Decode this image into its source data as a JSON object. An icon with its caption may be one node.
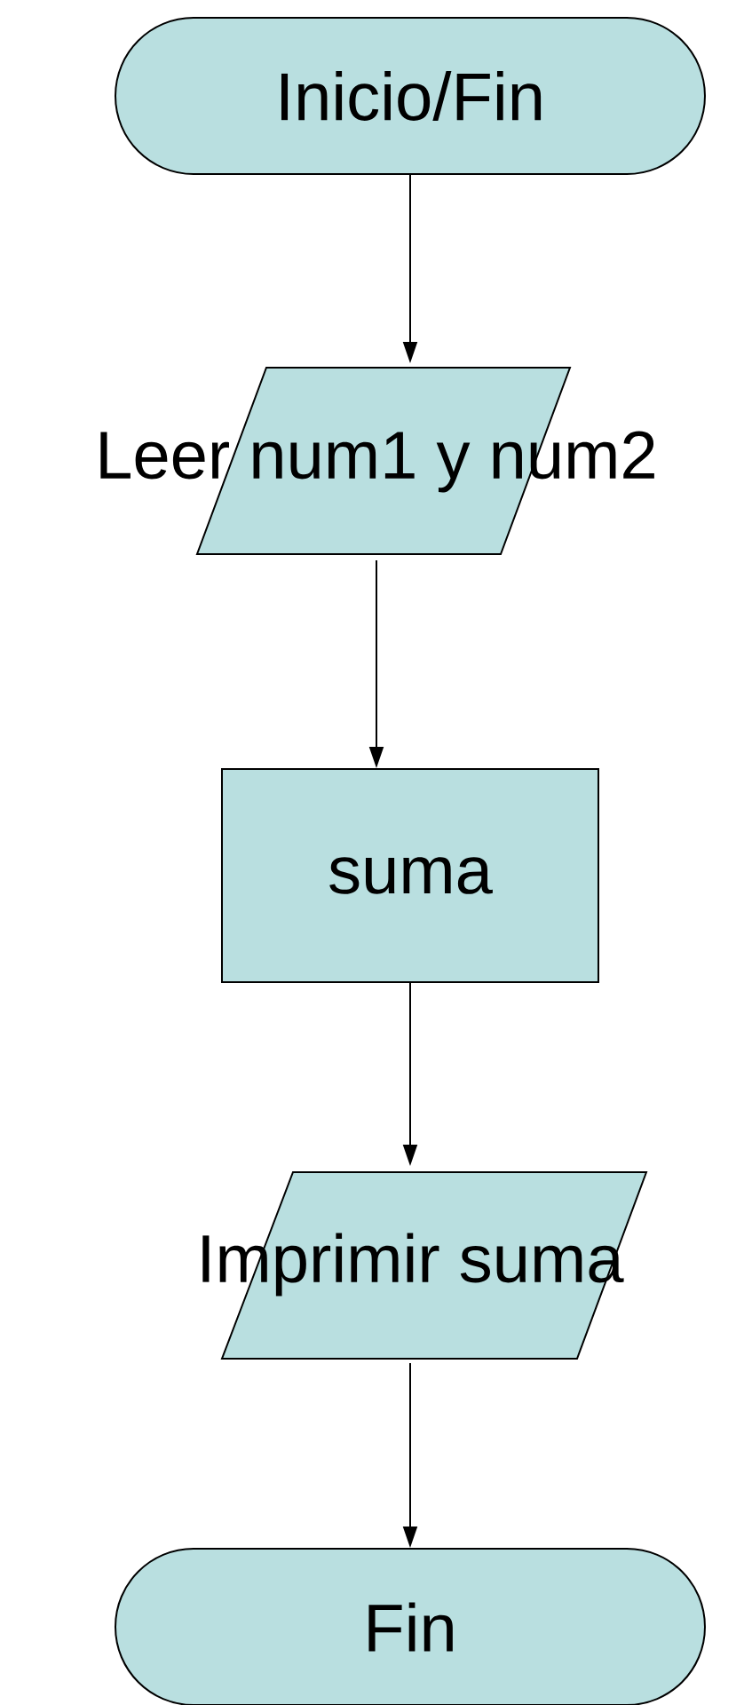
{
  "diagram": {
    "nodes": [
      {
        "text": [
          "Inicio/Fin"
        ]
      },
      {
        "text": [
          "Leer num1 y num2"
        ]
      },
      {
        "text": [
          "suma"
        ]
      },
      {
        "text": [
          "Imprimir suma"
        ]
      },
      {
        "text": [
          "Fin"
        ]
      }
    ],
    "edges": [
      {
        "from": 0,
        "to": 1,
        "arrow": "to"
      },
      {
        "from": 1,
        "to": 2,
        "arrow": "to"
      },
      {
        "from": 2,
        "to": 3,
        "arrow": "to"
      },
      {
        "from": 3,
        "to": 4,
        "arrow": "to"
      }
    ]
  }
}
